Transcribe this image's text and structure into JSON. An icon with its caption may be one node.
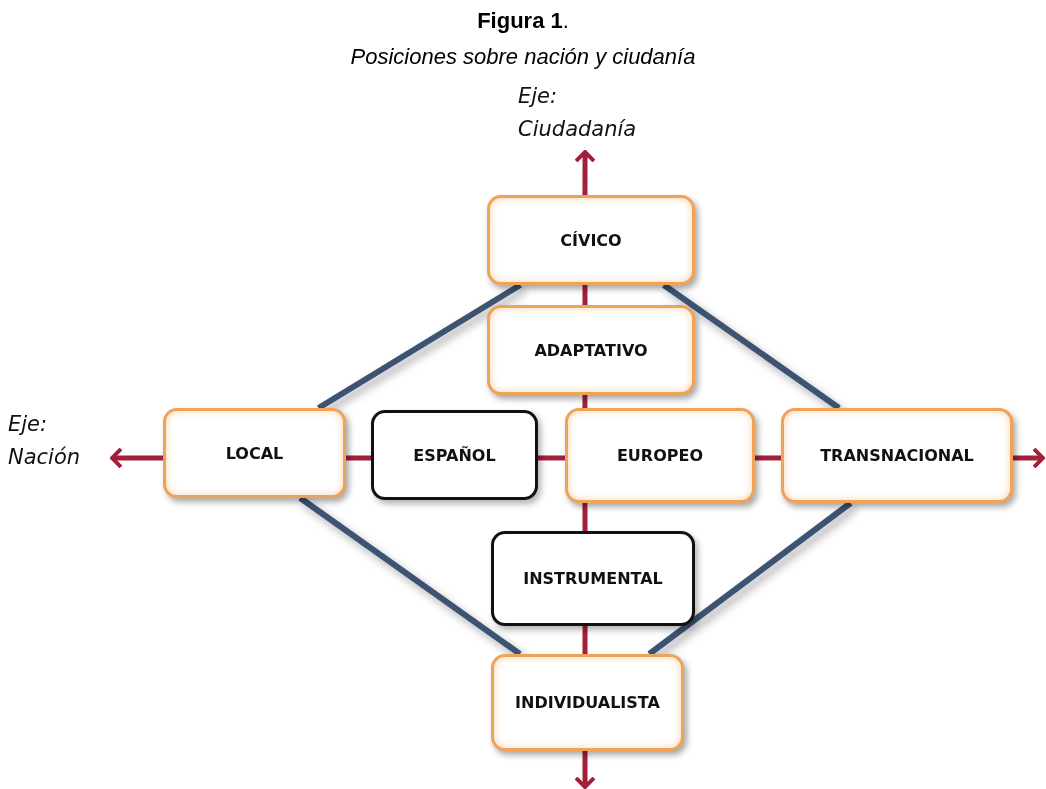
{
  "diagram": {
    "title": "**Figura 1**.",
    "caption": "Posiciones sobre nación y ciudanía",
    "nodes": [
      {
        "text": [
          "CÍVICO"
        ]
      },
      {
        "text": [
          "ADAPTATIVO"
        ]
      },
      {
        "text": [
          "LOCAL"
        ]
      },
      {
        "text": [
          "ESPAÑOL"
        ]
      },
      {
        "text": [
          "EUROPEO"
        ]
      },
      {
        "text": [
          "TRANSNACIONAL"
        ]
      },
      {
        "text": [
          "INSTRUMENTAL"
        ]
      },
      {
        "text": [
          "INDIVIDUALISTA"
        ]
      },
      {
        "text": [
          "Eje: Ciudadanía"
        ]
      },
      {
        "text": [
          "Eje: Nación"
        ]
      }
    ],
    "edges": [
      {
        "from": 0,
        "to": 8,
        "arrow": "to"
      },
      {
        "from": 0,
        "to": 1,
        "arrow": "none"
      },
      {
        "from": 1,
        "to": 4,
        "arrow": "none"
      },
      {
        "from": 4,
        "to": 6,
        "arrow": "none"
      },
      {
        "from": 6,
        "to": 7,
        "arrow": "none"
      },
      {
        "from": 7,
        "to": null,
        "arrow": "to"
      },
      {
        "from": 2,
        "to": 9,
        "arrow": "to"
      },
      {
        "from": 2,
        "to": 3,
        "arrow": "none"
      },
      {
        "from": 3,
        "to": 4,
        "arrow": "none"
      },
      {
        "from": 4,
        "to": 5,
        "arrow": "none"
      },
      {
        "from": 5,
        "to": null,
        "arrow": "to"
      },
      {
        "from": 0,
        "to": 2,
        "arrow": "none",
        "color": "#3c5373"
      },
      {
        "from": 0,
        "to": 5,
        "arrow": "none",
        "color": "#3c5373"
      },
      {
        "from": 2,
        "to": 7,
        "arrow": "none",
        "color": "#3c5373"
      },
      {
        "from": 5,
        "to": 7,
        "arrow": "none",
        "color": "#3c5373"
      }
    ]
  }
}
